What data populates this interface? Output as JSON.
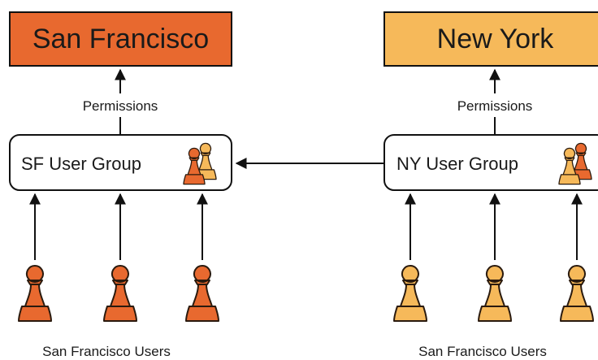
{
  "regions": [
    {
      "label": "San Francisco",
      "fill": "#e8692f"
    },
    {
      "label": "New York",
      "fill": "#f6b95a"
    }
  ],
  "permissions_label": "Permissions",
  "groups": [
    {
      "label": "SF User Group"
    },
    {
      "label": "NY User Group"
    }
  ],
  "users_captions": [
    "San Francisco Users",
    "San Francisco Users"
  ],
  "colors": {
    "sf_pawn": "#e8692f",
    "ny_pawn": "#f6b95a",
    "pawn_outline": "#2a1a0e",
    "line": "#111111"
  },
  "icons": [
    "user-pawn-icon",
    "user-group-icon"
  ]
}
